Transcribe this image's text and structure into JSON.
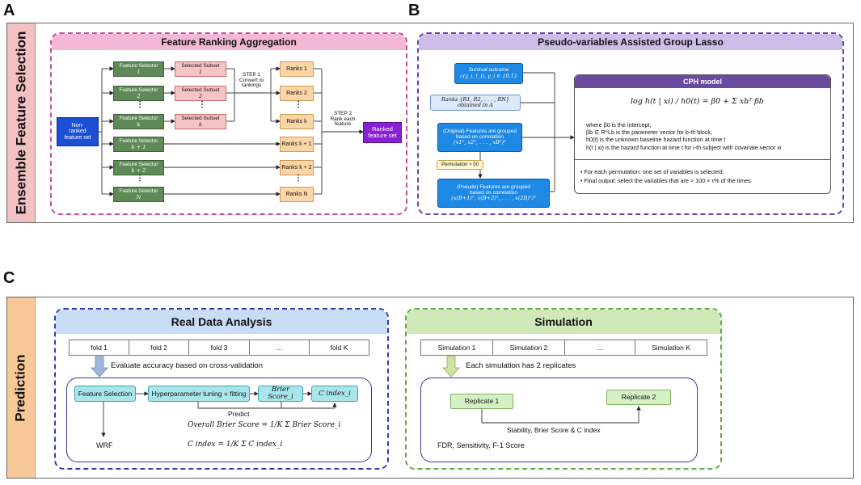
{
  "letters": {
    "a": "A",
    "b": "B",
    "c": "C"
  },
  "top_label": "Ensemble Feature Selection",
  "bottom_label": "Prediction",
  "panelA": {
    "title": "Feature Ranking Aggregation",
    "input": [
      "Non-",
      "ranked",
      "feature set"
    ],
    "selectors": [
      {
        "name": "Feature Selector",
        "idx": "1"
      },
      {
        "name": "Feature Selector",
        "idx": "2"
      },
      {
        "name": "Feature Selector",
        "idx": "k"
      },
      {
        "name": "Feature Selector",
        "idx": "k + 1"
      },
      {
        "name": "Feature Selector",
        "idx": "k + 2"
      },
      {
        "name": "Feature Selector",
        "idx": "N"
      }
    ],
    "subsets": [
      {
        "name": "Selected Subset",
        "idx": "1"
      },
      {
        "name": "Selected Subset",
        "idx": "2"
      },
      {
        "name": "Selected Subset",
        "idx": "k"
      }
    ],
    "ranks": [
      "Ranks 1",
      "Ranks 2",
      "Ranks k",
      "Ranks k + 1",
      "Ranks k + 2",
      "Ranks N"
    ],
    "dots": "⋮",
    "step1": [
      "STEP 1",
      "Convert to",
      "rankings"
    ],
    "step2": [
      "STEP 2",
      "Rank each",
      "feature"
    ],
    "output": [
      "Ranked",
      "feature set"
    ]
  },
  "panelB": {
    "title": "Pseudo-variables Assisted Group Lasso",
    "survival": [
      "Survival outcome",
      "c(y_i, t_i), γ_i ∈ {0,1}"
    ],
    "ranks_line": "Ranks {R1, R2, . . . , RN} obtained in A",
    "orig": [
      "(Original) Features are grouped",
      "based on correlation",
      "(x1ᵀ, x2ᵀ, . . . , xBᵀ)ᵀ"
    ],
    "permutation": "Permutation × 50",
    "pseudo": [
      "(Pseudo) Features are grouped",
      "based on correlation",
      "(x(B+1)ᵀ, x(B+2)ᵀ, . . . , x(2B)ᵀ)ᵀ"
    ],
    "cph_title": "CPH model",
    "formula": "log h(t | xi) / h0(t) = β0 + Σ xbᵀ βb",
    "where_lines": [
      "where β0 is the intercept,",
      "βb ∈ R^Lb is the parameter vector for b-th block,",
      "h0(t) is the unknown baseline hazard function at time t",
      "h(t | xi) is the hazard function at time t for i-th subject with covariate vector xi"
    ],
    "bullets": [
      "For each permutation: one set of variables is selected;",
      "Final output: select the variables that are > 100 × τ% of the times"
    ]
  },
  "panelC": {
    "real_title": "Real Data Analysis",
    "sim_title": "Simulation",
    "folds": [
      "fold 1",
      "fold 2",
      "fold 3",
      "...",
      "fold K"
    ],
    "sims": [
      "Simulation 1",
      "Simulation 2",
      "...",
      "Simulation K"
    ],
    "cv_text": "Evaluate accuracy based on cross-validation",
    "rep_text": "Each simulation has 2 replicates",
    "feature_selection": "Feature Selection",
    "hyper": "Hyperparameter tuning + fitting",
    "brier": "Brier Score_i",
    "cindex": "C index_i",
    "predict": "Predict",
    "wrf": "WRF",
    "overall_brier": "Overall Brier Score = 1/K Σ Brier Score_i",
    "c_index_formula": "C index = 1/K Σ C index_i",
    "replicate1": "Replicate 1",
    "replicate2": "Replicate 2",
    "stability": "Stability, Brier Score & C index",
    "fdr": "FDR, Sensitivity, F-1 Score"
  }
}
